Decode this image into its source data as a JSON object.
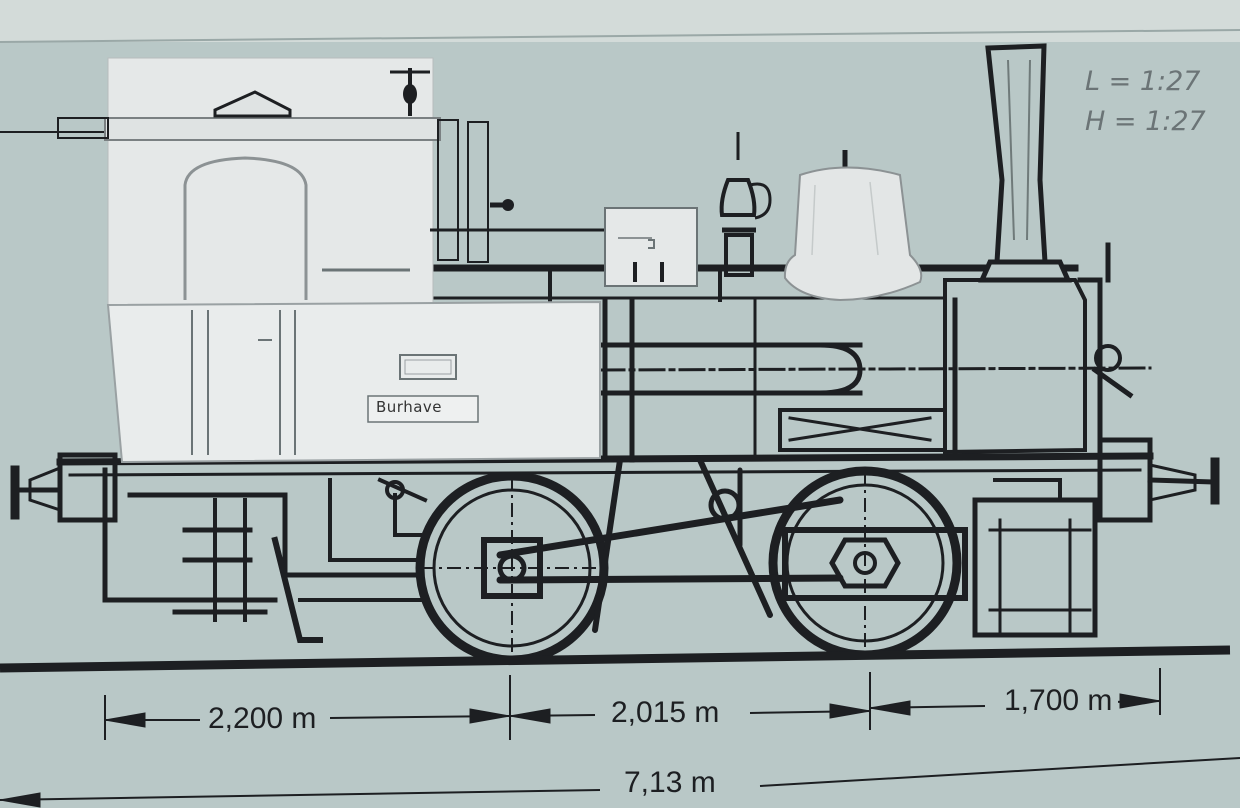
{
  "nameplate": {
    "label": "Burhave"
  },
  "scale": {
    "length": "L = 1:27",
    "height": "H = 1:27"
  },
  "dimensions": {
    "segment_1": "2,200 m",
    "segment_2": "2,015 m",
    "segment_3": "1,700 m",
    "total": "7,13 m"
  },
  "colors": {
    "background": "#b9c8c7",
    "ink": "#1d1f22",
    "paper": "#e9ecec",
    "pencil": "#7a8082"
  }
}
